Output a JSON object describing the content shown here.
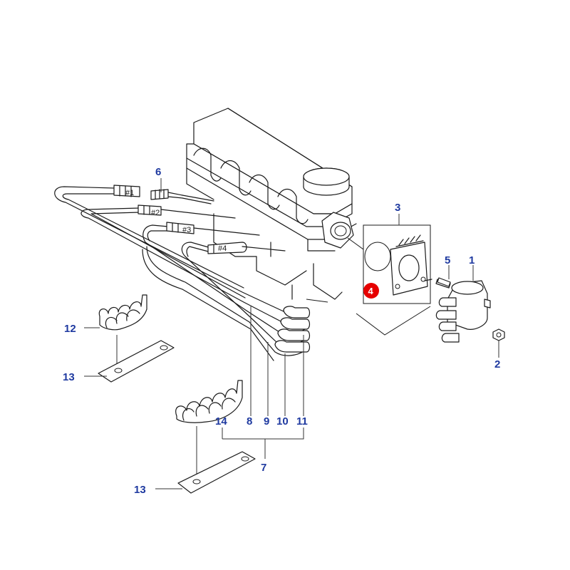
{
  "callouts": {
    "c1": "1",
    "c2": "2",
    "c3": "3",
    "c4": "4",
    "c5": "5",
    "c6": "6",
    "c7": "7",
    "c8": "8",
    "c9": "9",
    "c10": "10",
    "c11": "11",
    "c12": "12",
    "c13a": "13",
    "c13b": "13",
    "c14": "14"
  },
  "cylinder_labels": {
    "cyl1": "#1",
    "cyl2": "#2",
    "cyl3": "#3",
    "cyl4": "#4"
  },
  "highlight": {
    "part": "4",
    "color": "#e60000"
  },
  "colors": {
    "callout_text": "#1f3aa0",
    "line": "#1a1a1a"
  }
}
